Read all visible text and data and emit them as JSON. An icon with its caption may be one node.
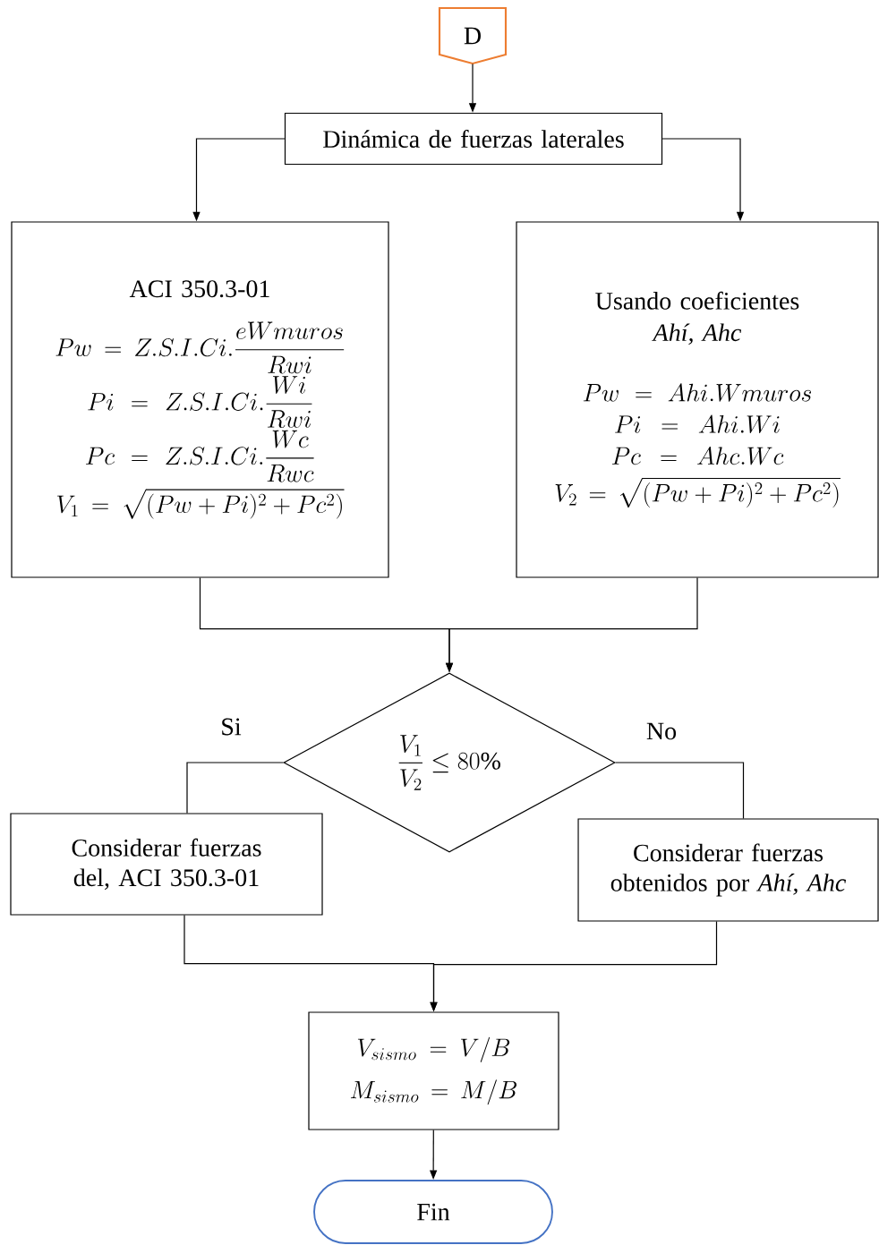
{
  "diagram": {
    "nodes": [
      {
        "text": [
          "D"
        ]
      },
      {
        "text": [
          "Dinámica de fuerzas laterales"
        ]
      },
      {
        "text": [
          "ACI 350.3-01",
          "Pw = Z.S.I.Ci.\\frac{eWmuros}{Rwi}",
          "Pi = Z.S.I.Ci.\\frac{Wi}{Rwi}",
          "Pc = Z.S.I.Ci.\\frac{Wc}{Rwc}",
          "V_1 = \\sqrt{(Pw + Pi)^2 + Pc^2)}"
        ]
      },
      {
        "text": [
          "Usando coeficientes",
          "Ahí, Ahc",
          "Pw = Ahi.Wmuros",
          "Pi = Ahi.Wi",
          "Pc = Ahc.Wc",
          "V_2 = \\sqrt{(Pw + Pi)^2 + Pc^2)}"
        ]
      },
      {
        "text": [
          "\\frac{V_1}{V_2} \\leq 80\\%"
        ]
      },
      {
        "text": [
          "Considerar fuerzas del, ACI 350.3-01"
        ]
      },
      {
        "text": [
          "Considerar fuerzas obtenidos por *Ahí, Ahc*"
        ]
      },
      {
        "text": [
          "V_{sismo} = V/B",
          "M_{sismo} = M/B"
        ]
      },
      {
        "text": [
          "Fin"
        ]
      }
    ],
    "edges": [
      {
        "from": 0,
        "to": 1,
        "arrow": "to"
      },
      {
        "from": 1,
        "to": 2,
        "arrow": "to"
      },
      {
        "from": 1,
        "to": 3,
        "arrow": "to"
      },
      {
        "from": 2,
        "to": 4,
        "arrow": "to"
      },
      {
        "from": 3,
        "to": 4,
        "arrow": "to"
      },
      {
        "from": 4,
        "to": 5,
        "arrow": "none",
        "label": "Si"
      },
      {
        "from": 4,
        "to": 6,
        "arrow": "none",
        "label": "No"
      },
      {
        "from": 5,
        "to": 7,
        "arrow": "to"
      },
      {
        "from": 6,
        "to": 7,
        "arrow": "to"
      },
      {
        "from": 7,
        "to": 8,
        "arrow": "to"
      }
    ]
  }
}
